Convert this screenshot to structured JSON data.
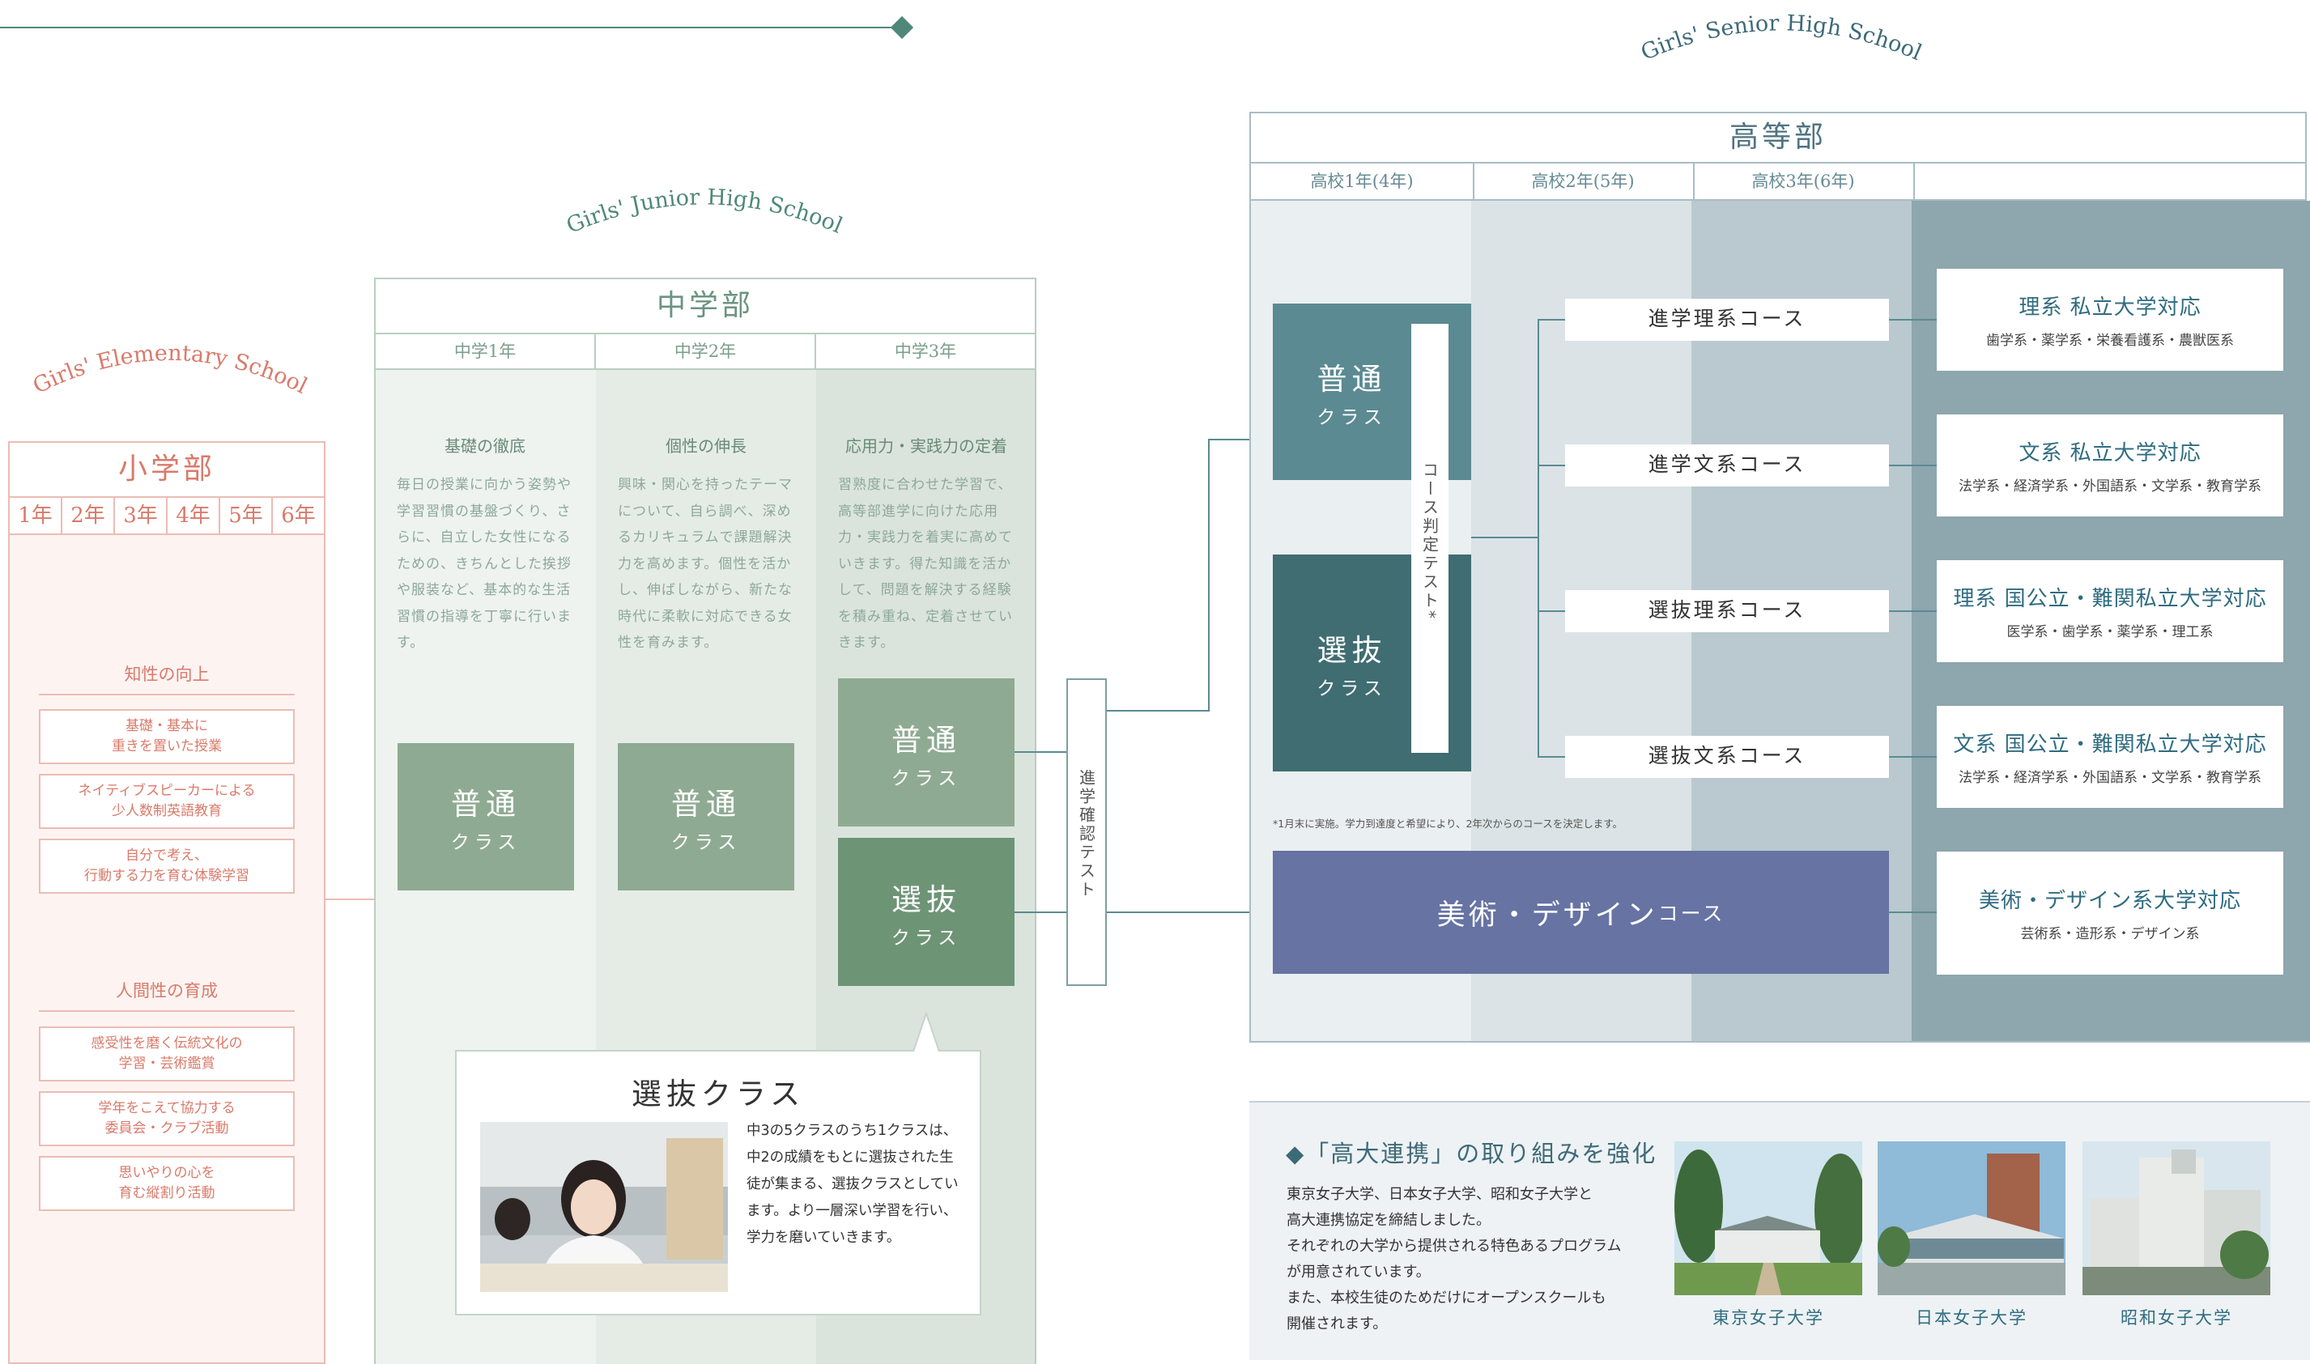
{
  "school_labels": {
    "elementary": "Girls' Elementary School",
    "junior": "Girls' Junior High School",
    "senior": "Girls' Senior High School"
  },
  "elementary": {
    "title": "小学部",
    "grades": [
      "1年",
      "2年",
      "3年",
      "4年",
      "5年",
      "6年"
    ],
    "section1": {
      "title": "知性の向上",
      "items": [
        "基礎・基本に\n重きを置いた授業",
        "ネイティブスピーカーによる\n少人数制英語教育",
        "自分で考え、\n行動する力を育む体験学習"
      ]
    },
    "section2": {
      "title": "人間性の育成",
      "items": [
        "感受性を磨く伝統文化の\n学習・芸術鑑賞",
        "学年をこえて協力する\n委員会・クラブ活動",
        "思いやりの心を\n育む縦割り活動"
      ]
    }
  },
  "junior": {
    "title": "中学部",
    "grades": [
      "中学1年",
      "中学2年",
      "中学3年"
    ],
    "columns": [
      {
        "subtitle": "基礎の徹底",
        "text": "毎日の授業に向かう姿勢や学習習慣の基盤づくり、さらに、自立した女性になるための、きちんとした挨拶や服装など、基本的な生活習慣の指導を丁寧に行います。"
      },
      {
        "subtitle": "個性の伸長",
        "text": "興味・関心を持ったテーマについて、自ら調べ、深めるカリキュラムで課題解決力を高めます。個性を活かし、伸ばしながら、新たな時代に柔軟に対応できる女性を育みます。"
      },
      {
        "subtitle": "応用力・実践力の定着",
        "text": "習熟度に合わせた学習で、高等部進学に向けた応用力・実践力を着実に高めていきます。得た知識を活かして、問題を解決する経験を積み重ね、定着させていきます。"
      }
    ],
    "class_regular": {
      "main": "普通",
      "sub": "クラス"
    },
    "class_select": {
      "main": "選抜",
      "sub": "クラス"
    },
    "promotion_test": "進学確認テスト",
    "callout": {
      "title": "選抜クラス",
      "text": "中3の5クラスのうち1クラスは、中2の成績をもとに選抜された生徒が集まる、選抜クラスとしています。より一層深い学習を行い、学力を磨いていきます。"
    }
  },
  "senior": {
    "title": "高等部",
    "grades": [
      "高校1年(4年)",
      "高校2年(5年)",
      "高校3年(6年)"
    ],
    "class_regular": {
      "main": "普通",
      "sub": "クラス"
    },
    "class_select": {
      "main": "選抜",
      "sub": "クラス"
    },
    "course_test": "コース判定テスト",
    "course_test_mark": "*",
    "footnote": "*1月末に実施。学力到達度と希望により、2年次からのコースを決定します。",
    "courses": [
      "進学理系コース",
      "進学文系コース",
      "選抜理系コース",
      "選抜文系コース"
    ],
    "art_course": {
      "main": "美術・デザイン",
      "suffix": "コース"
    },
    "destinations": [
      {
        "title": "理系 私立大学対応",
        "sub": "歯学系・薬学系・栄養看護系・農獣医系"
      },
      {
        "title": "文系 私立大学対応",
        "sub": "法学系・経済学系・外国語系・文学系・教育学系"
      },
      {
        "title": "理系 国公立・難関私立大学対応",
        "sub": "医学系・歯学系・薬学系・理工系"
      },
      {
        "title": "文系 国公立・難関私立大学対応",
        "sub": "法学系・経済学系・外国語系・文学系・教育学系"
      },
      {
        "title": "美術・デザイン系大学対応",
        "sub": "芸術系・造形系・デザイン系"
      }
    ]
  },
  "collaboration": {
    "title": "◆「高大連携」の取り組みを強化",
    "lines": [
      "東京女子大学、日本女子大学、昭和女子大学と",
      "高大連携協定を締結しました。",
      "それぞれの大学から提供される特色あるプログラム",
      "が用意されています。",
      "また、本校生徒のためだけにオープンスクールも",
      "開催されます。"
    ],
    "universities": [
      "東京女子大学",
      "日本女子大学",
      "昭和女子大学"
    ]
  },
  "colors": {
    "elementary_accent": "#d97a6a",
    "junior_regular": "#8faa92",
    "junior_select": "#6e9476",
    "senior_regular": "#5b8a92",
    "senior_select": "#3f6d72",
    "art_course": "#6673a3"
  }
}
